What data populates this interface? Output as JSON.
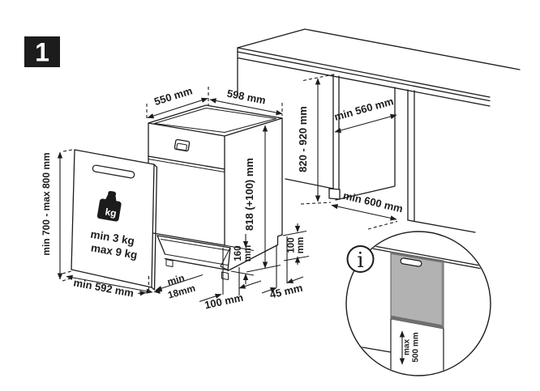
{
  "page": {
    "step_badge": "1",
    "badge_bg": "#1c1c1c",
    "line_color": "#1c1c1c",
    "background": "#ffffff"
  },
  "dimensions": {
    "top_depth": "550 mm",
    "top_width": "598 mm",
    "unit_height": "818 (+100) mm",
    "plinth_recess_value": "160",
    "plinth_recess_unit": "mm",
    "recess_depth": "100 mm",
    "rear_gap": "45 mm",
    "rear_step_value": "100",
    "rear_step_unit": "mm",
    "front_gap_line1": "min",
    "front_gap_line2": "18mm",
    "door_height_range": "min 700 - max 800 mm",
    "door_width": "min 592 mm",
    "niche_height": "820 - 920 mm",
    "niche_depth": "min 560 mm",
    "niche_width": "min 600 mm"
  },
  "door_panel": {
    "weight_icon_label": "kg",
    "weight_min": "min 3 kg",
    "weight_max": "max 9 kg"
  },
  "detail": {
    "info_symbol": "i",
    "panel_fill": "#b2b2b2",
    "clearance_line1": "max",
    "clearance_line2": "500 mm"
  }
}
